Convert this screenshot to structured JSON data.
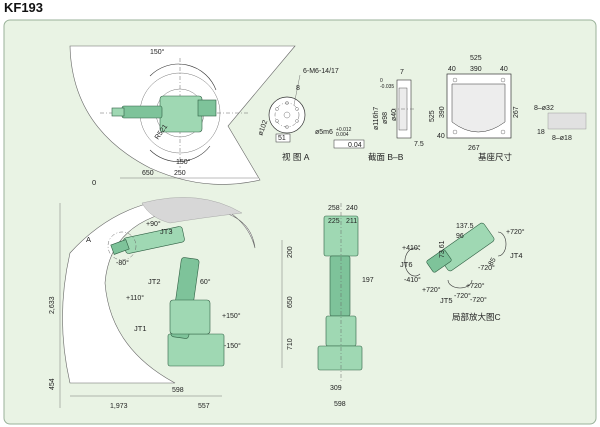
{
  "header": {
    "model": "KF193"
  },
  "top_view": {
    "angles": [
      "150°",
      "150°"
    ],
    "radius_label": "R521"
  },
  "view_a": {
    "caption": "视 图 A",
    "bolt_label": "6-M6-14/17",
    "dims": [
      "ø102",
      "51",
      "8",
      "ø5m6",
      "+0.012",
      "0.004",
      "0.04"
    ]
  },
  "section_bb": {
    "caption": "截面 B–B",
    "dims": [
      "7",
      "ø116h7",
      "ø98",
      "ø40",
      "7.5",
      "-0.035",
      "0"
    ]
  },
  "base": {
    "caption": "基座尺寸",
    "dims": [
      "525",
      "390",
      "40",
      "40",
      "390",
      "525",
      "40",
      "267",
      "8–ø32",
      "267",
      "18",
      "8–ø18"
    ]
  },
  "side_view": {
    "labels": [
      "JT3",
      "JT2",
      "JT1",
      "A",
      "0"
    ],
    "angles": [
      "+90°",
      "-80°",
      "60°",
      "+110°",
      "+150°",
      "-150°"
    ],
    "dims": [
      "650",
      "250",
      "200",
      "2,633",
      "650",
      "710",
      "454",
      "1,973",
      "598",
      "557"
    ]
  },
  "front_view": {
    "dims": [
      "258",
      "240",
      "225",
      "211",
      "197",
      "309",
      "598"
    ]
  },
  "detail_c": {
    "caption": "局部放大图C",
    "labels": [
      "JT6",
      "JT5",
      "JT4"
    ],
    "angles": [
      "+410°",
      "-410°",
      "+720°",
      "-720°",
      "+720°",
      "-720°",
      "+720°",
      "-720°"
    ],
    "dims": [
      "137.5",
      "96",
      "73.61",
      "85"
    ]
  },
  "colors": {
    "robot": "#9fd8b3",
    "panel": "#e9f3e4",
    "work_area": "#d7d7d7"
  }
}
